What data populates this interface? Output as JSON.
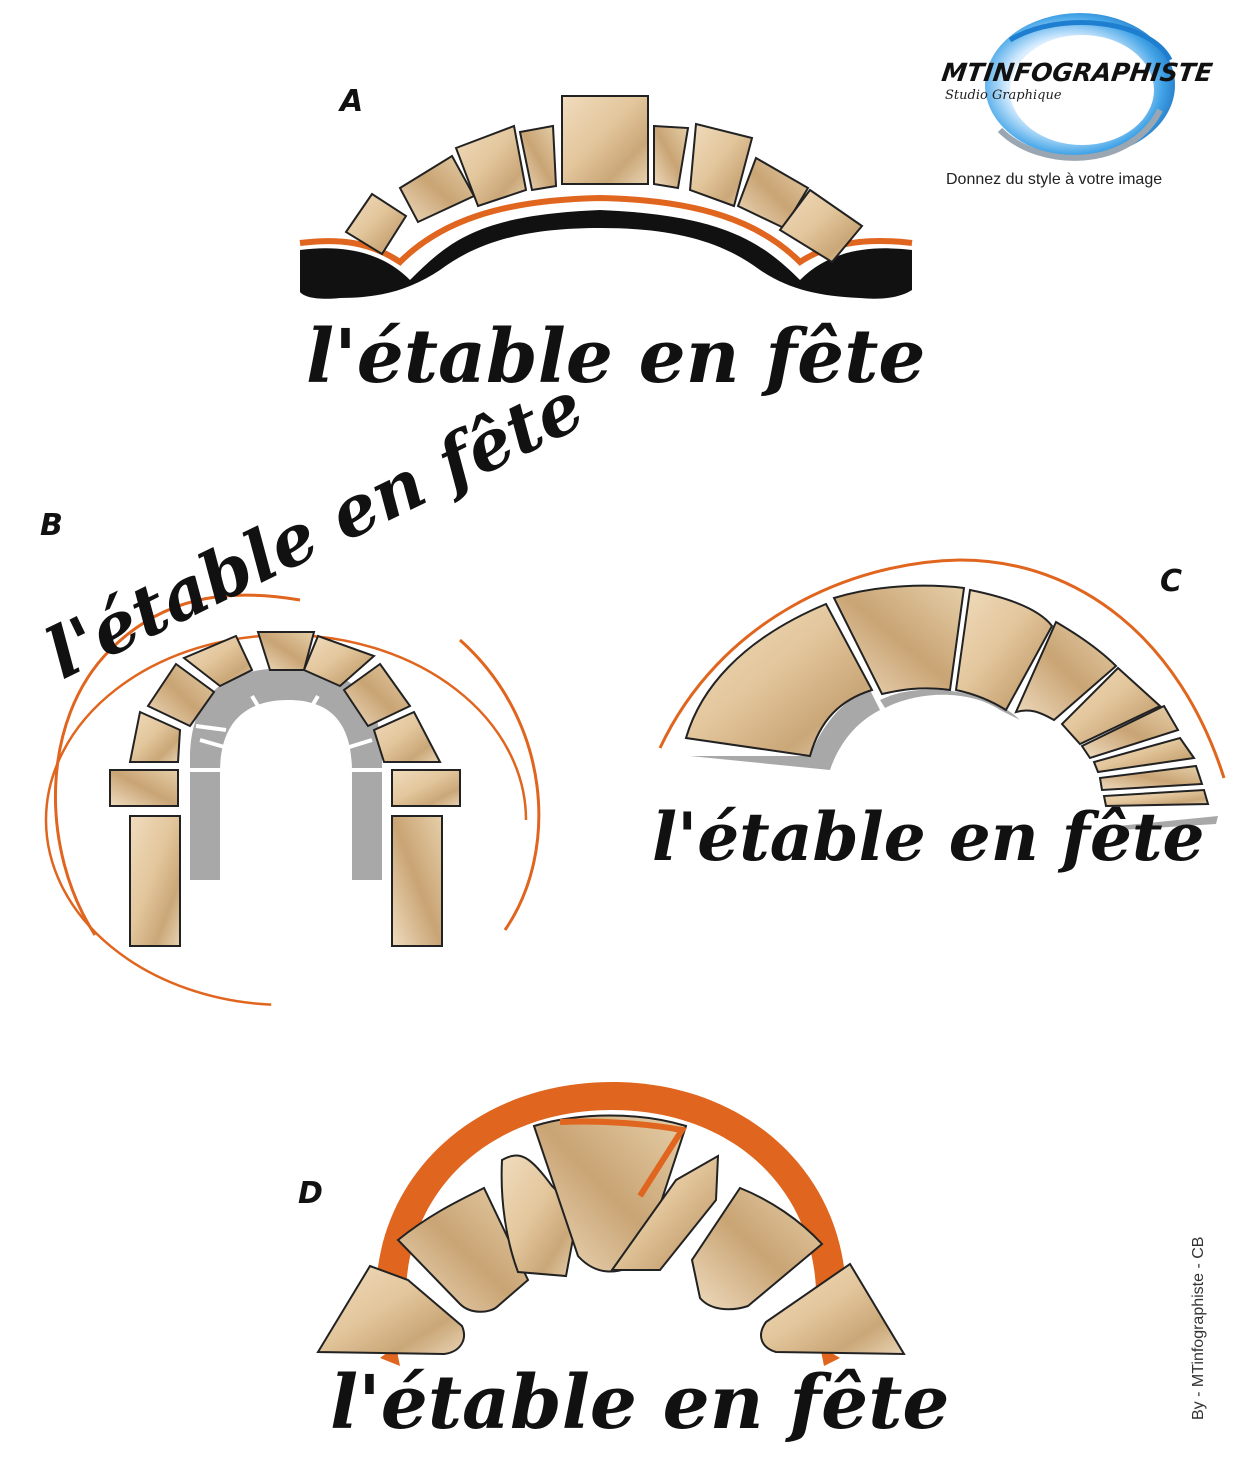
{
  "brand": {
    "name": "MTINFOGRAPHISTE",
    "subtitle": "Studio Graphique",
    "tagline": "Donnez du style à votre image"
  },
  "credit": "By - MTinfographiste - CB",
  "options": [
    {
      "letter": "A",
      "slogan": "l'étable en fête"
    },
    {
      "letter": "B",
      "slogan": "l'étable en fête"
    },
    {
      "letter": "C",
      "slogan": "l'étable en fête"
    },
    {
      "letter": "D",
      "slogan": "l'étable en fête"
    }
  ],
  "colors": {
    "accent": "#e0651e",
    "stone_light": "#e9d2b0",
    "stone_dark": "#b48e63",
    "shadow_grey": "#a8a8a8",
    "ink": "#111111"
  },
  "icons": {
    "logo": "swirl-logo-icon"
  }
}
